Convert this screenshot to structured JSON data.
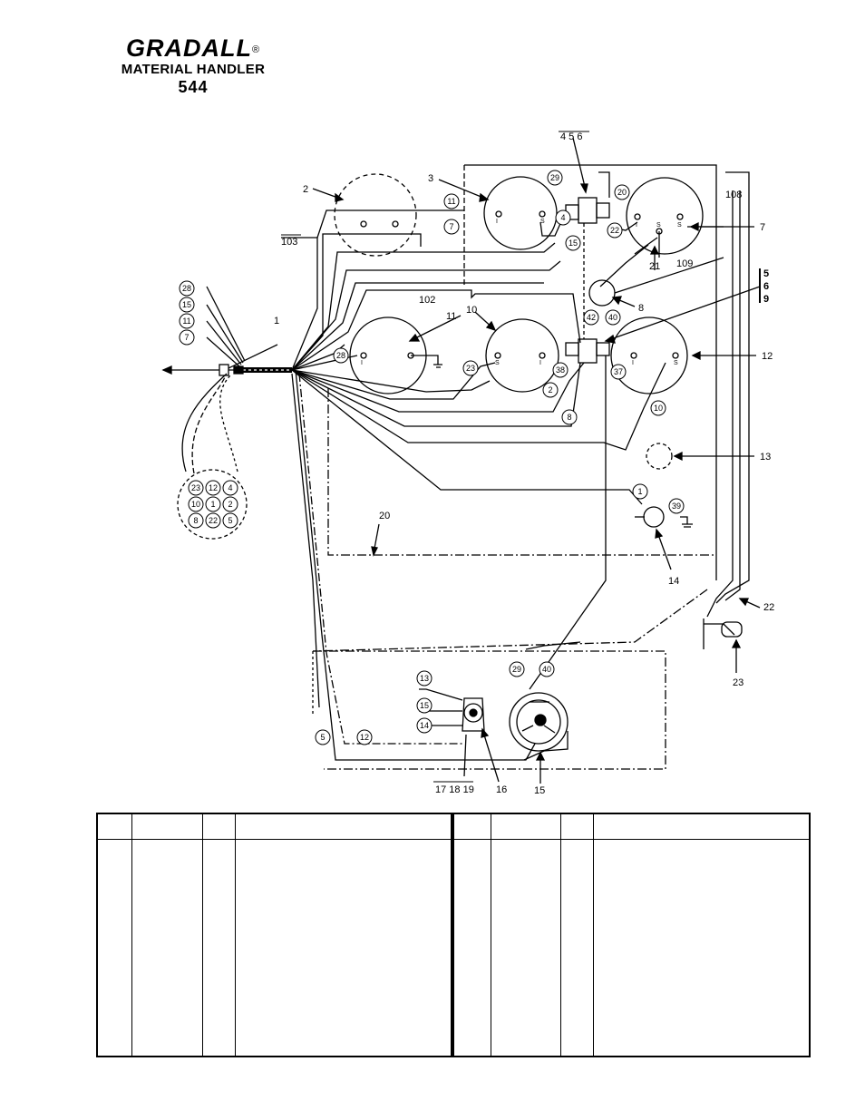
{
  "header": {
    "brand": "GRADALL",
    "registered_mark": "®",
    "subtitle": "MATERIAL HANDLER",
    "model": "544"
  },
  "diagram": {
    "callouts": {
      "c1": "1",
      "c2": "2",
      "c3": "3",
      "c456": "4 5 6",
      "c7": "7",
      "c8": "8",
      "c569a": "5",
      "c569b": "6",
      "c569c": "9",
      "c10": "10",
      "c11": "11",
      "c12": "12",
      "c13": "13",
      "c14": "14",
      "c15": "15",
      "c16": "16",
      "c171819": "17 18 19",
      "c20": "20",
      "c21": "21",
      "c22": "22",
      "c23": "23",
      "w102": "102",
      "w103": "103",
      "w108": "108",
      "w109": "109"
    },
    "wire_circles": {
      "a11": "11",
      "a7": "7",
      "a29": "29",
      "a20": "20",
      "a4": "4",
      "a15": "15",
      "a22": "22",
      "a42": "42",
      "a40": "40",
      "a28": "28",
      "a23": "23",
      "a38": "38",
      "a37": "37",
      "a2": "2",
      "a8": "8",
      "a10": "10",
      "a1": "1",
      "a39": "39",
      "b13": "13",
      "b15": "15",
      "b14": "14",
      "b5": "5",
      "b12": "12",
      "b29": "29",
      "b40": "40",
      "l28": "28",
      "l15": "15",
      "l11": "11",
      "l7": "7"
    },
    "plug_pins": [
      "23",
      "12",
      "4",
      "10",
      "1",
      "2",
      "8",
      "22",
      "5"
    ],
    "small_labels": {
      "p1": "1",
      "p2": "2",
      "p3": "3",
      "p4": "4",
      "p5": "5",
      "p6": "6",
      "p7": "7",
      "p8": "8",
      "p9": "9"
    }
  },
  "parts_table": {
    "left": {
      "header": [
        "",
        "",
        "",
        ""
      ],
      "rows": []
    },
    "right": {
      "header": [
        "",
        "",
        "",
        ""
      ],
      "rows": []
    }
  }
}
